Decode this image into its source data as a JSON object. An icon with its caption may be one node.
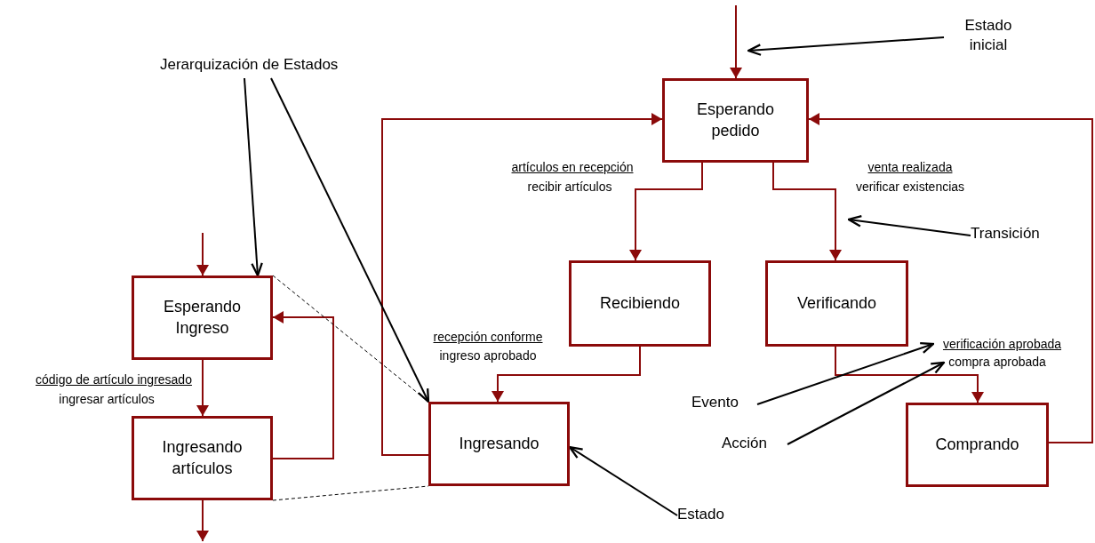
{
  "diagram": {
    "nodes": [
      {
        "text": [
          "Esperando pedido"
        ]
      },
      {
        "text": [
          "Recibiendo"
        ]
      },
      {
        "text": [
          "Verificando"
        ]
      },
      {
        "text": [
          "Esperando Ingreso"
        ]
      },
      {
        "text": [
          "Ingresando artículos"
        ]
      },
      {
        "text": [
          "Ingresando"
        ]
      },
      {
        "text": [
          "Comprando"
        ]
      },
      {
        "text": [
          "Estado inicial"
        ]
      },
      {
        "text": [
          "Jerarquización de Estados"
        ]
      },
      {
        "text": [
          "Transición"
        ]
      },
      {
        "text": [
          "Evento"
        ]
      },
      {
        "text": [
          "Acción"
        ]
      },
      {
        "text": [
          "Estado"
        ]
      },
      {
        "text": [
          "verificación aprobada"
        ]
      },
      {
        "text": [
          "compra aprobada"
        ]
      }
    ],
    "edges": [
      {
        "from": null,
        "to": 0,
        "arrow": "to"
      },
      {
        "from": 0,
        "to": 1,
        "arrow": "to"
      },
      {
        "from": 0,
        "to": 2,
        "arrow": "to"
      },
      {
        "from": 1,
        "to": 5,
        "arrow": "to"
      },
      {
        "from": 2,
        "to": 6,
        "arrow": "to"
      },
      {
        "from": 5,
        "to": 0,
        "arrow": "to"
      },
      {
        "from": 6,
        "to": 0,
        "arrow": "to"
      },
      {
        "from": null,
        "to": 3,
        "arrow": "to"
      },
      {
        "from": 3,
        "to": 4,
        "arrow": "to"
      },
      {
        "from": 4,
        "to": 3,
        "arrow": "to"
      },
      {
        "from": 4,
        "to": null,
        "arrow": "to"
      },
      {
        "from": 3,
        "to": 5,
        "arrow": "none",
        "style": "dashed",
        "color": "#000000"
      },
      {
        "from": 4,
        "to": 5,
        "arrow": "none",
        "style": "dashed",
        "color": "#000000"
      },
      {
        "from": 7,
        "to": 0,
        "arrow": "to",
        "color": "#000000"
      },
      {
        "from": 8,
        "to": 3,
        "arrow": "to",
        "color": "#000000"
      },
      {
        "from": 8,
        "to": 5,
        "arrow": "to",
        "color": "#000000"
      },
      {
        "from": 9,
        "to": null,
        "arrow": "to",
        "color": "#000000"
      },
      {
        "from": 10,
        "to": 13,
        "arrow": "to",
        "color": "#000000"
      },
      {
        "from": 11,
        "to": 14,
        "arrow": "to",
        "color": "#000000"
      },
      {
        "from": 12,
        "to": 5,
        "arrow": "to",
        "color": "#000000"
      }
    ],
    "labels": [
      "artículos en recepción",
      "recibir artículos",
      "venta realizada",
      "verificar existencias",
      "recepción conforme",
      "ingreso aprobado",
      "código de artículo ingresado",
      "ingresar artículos"
    ]
  }
}
